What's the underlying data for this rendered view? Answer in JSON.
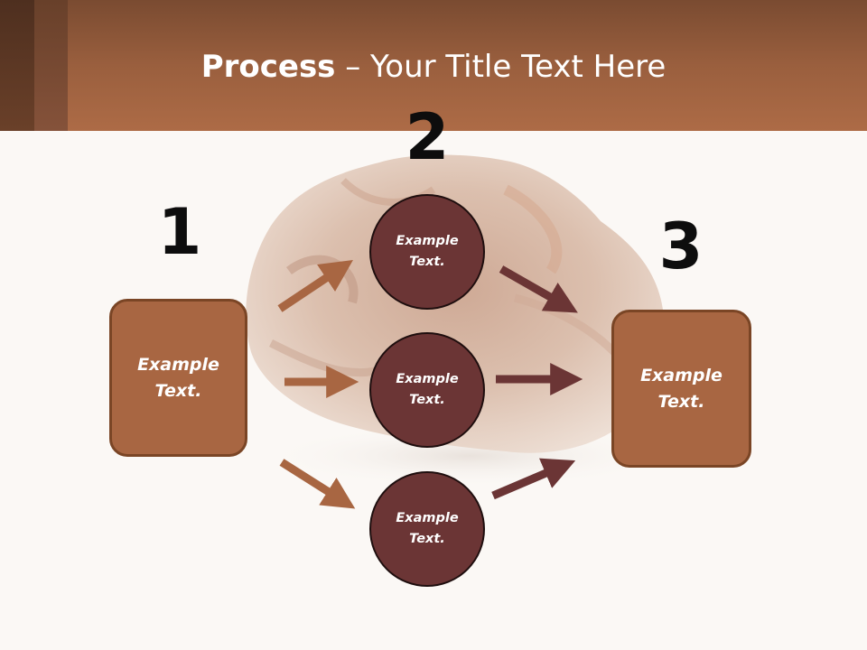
{
  "title": {
    "bold": "Process",
    "rest": " – Your Title Text Here"
  },
  "steps": {
    "one": "1",
    "two": "2",
    "three": "3"
  },
  "left_box": {
    "line1": "Example",
    "line2": "Text."
  },
  "right_box": {
    "line1": "Example",
    "line2": "Text."
  },
  "circles": [
    {
      "line1": "Example",
      "line2": "Text."
    },
    {
      "line1": "Example",
      "line2": "Text."
    },
    {
      "line1": "Example",
      "line2": "Text."
    }
  ],
  "colors": {
    "header": "#a86642",
    "box_fill": "#a86642",
    "circle_fill": "#6b3535",
    "arrow_brown": "#a86642",
    "arrow_dark": "#6b3535",
    "background": "#fbf8f5"
  },
  "background_image": "raisin-photo"
}
